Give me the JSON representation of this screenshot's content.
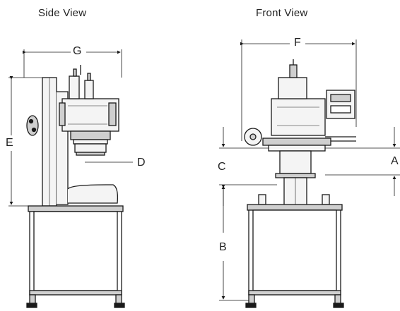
{
  "views": {
    "side": {
      "title": "Side View"
    },
    "front": {
      "title": "Front View"
    }
  },
  "dimensions": {
    "A": "A",
    "B": "B",
    "C": "C",
    "D": "D",
    "E": "E",
    "F": "F",
    "G": "G"
  },
  "colors": {
    "line": "#1a1a1a",
    "fill": "#f4f4f4",
    "shade": "#cfcfcf"
  }
}
